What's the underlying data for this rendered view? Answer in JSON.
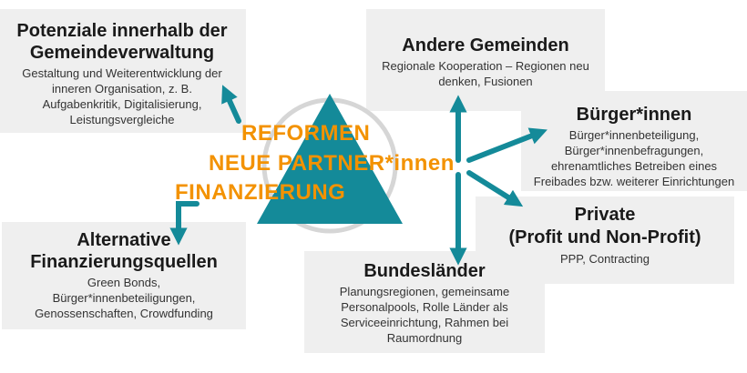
{
  "colors": {
    "accent_orange": "#f39200",
    "teal": "#148a99",
    "box_bg": "#efefef"
  },
  "center": {
    "line1": "REFORMEN",
    "line2": "NEUE PARTNER*innen",
    "line3": "FINANZIERUNG"
  },
  "potenziale": {
    "title_line1": "Potenziale innerhalb der",
    "title_line2": "Gemeindeverwaltung",
    "desc_line1": "Gestaltung und Weiterentwicklung der",
    "desc_line2": "inneren Organisation, z. B.",
    "desc_line3": "Aufgabenkritik, Digitalisierung,",
    "desc_line4": "Leistungsvergleiche"
  },
  "andere": {
    "title": "Andere Gemeinden",
    "desc_line1": "Regionale Kooperation – Regionen neu",
    "desc_line2": "denken, Fusionen"
  },
  "buerger": {
    "title": "Bürger*innen",
    "desc_line1": "Bürger*innenbeteiligung,",
    "desc_line2": "Bürger*innenbefragungen,",
    "desc_line3": "ehrenamtliches Betreiben eines",
    "desc_line4": "Freibades bzw. weiterer Einrichtungen"
  },
  "private": {
    "title_line1": "Private",
    "title_line2": "(Profit und Non-Profit)",
    "desc_line1": "PPP, Contracting"
  },
  "bundeslaender": {
    "title": "Bundesländer",
    "desc_line1": "Planungsregionen, gemeinsame",
    "desc_line2": "Personalpools, Rolle Länder als",
    "desc_line3": "Serviceeinrichtung, Rahmen bei",
    "desc_line4": "Raumordnung"
  },
  "alternative": {
    "title_line1": "Alternative",
    "title_line2": "Finanzierungsquellen",
    "desc_line1": "Green Bonds,",
    "desc_line2": "Bürger*innenbeteiligungen,",
    "desc_line3": "Genossenschaften, Crowdfunding"
  }
}
